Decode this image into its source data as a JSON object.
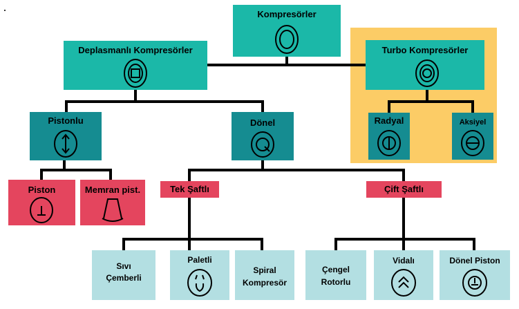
{
  "diagram": {
    "root": {
      "label": "Kompresörler",
      "icon": "compressor-circle-icon"
    },
    "displacement": {
      "label": "Deplasmanlı Kompresörler",
      "icon": "displacement-square-icon"
    },
    "turbo": {
      "label": "Turbo Kompresörler",
      "icon": "turbo-circle-icon"
    },
    "radial": {
      "label": "Radyal",
      "icon": "radial-icon"
    },
    "axial": {
      "label": "Aksiyel",
      "icon": "axial-icon"
    },
    "piston_group": {
      "label": "Pistonlu",
      "icon": "double-arrow-icon"
    },
    "rotary": {
      "label": "Dönel",
      "icon": "rotary-q-icon"
    },
    "piston": {
      "label": "Piston",
      "icon": "piston-icon"
    },
    "membrane": {
      "label": "Memran pist.",
      "icon": "membrane-icon"
    },
    "single_shaft": {
      "label": "Tek Şaftlı"
    },
    "double_shaft": {
      "label": "Çift Şaftlı"
    },
    "liquid_ring": {
      "line1": "Sıvı",
      "line2": "Çemberli"
    },
    "vane": {
      "label": "Paletli",
      "icon": "vane-icon"
    },
    "scroll": {
      "line1": "Spiral",
      "line2": "Kompresör"
    },
    "lobe": {
      "line1": "Çengel",
      "line2": "Rotorlu"
    },
    "screw": {
      "label": "Vidalı",
      "icon": "screw-icon"
    },
    "rotary_piston": {
      "label": "Dönel Piston",
      "icon": "rotary-piston-icon"
    }
  },
  "colors": {
    "top_level": "#1bb8a8",
    "mid_level": "#158c91",
    "type": "#e4455e",
    "leaf": "#b3dfe2",
    "turbo_panel": "#fccc66"
  }
}
